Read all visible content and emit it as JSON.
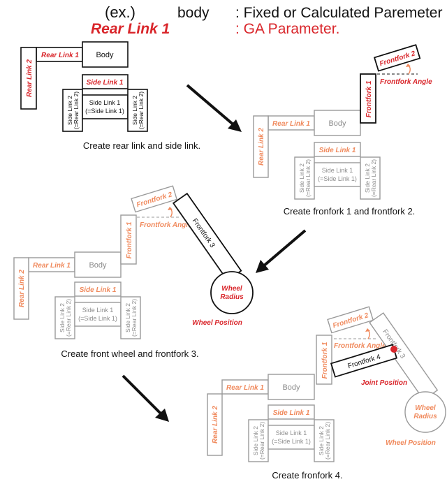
{
  "legend": {
    "example_prefix": "(ex.)",
    "example_word": "body",
    "fixed_desc": ": Fixed or Calculated Paremeter",
    "ga_word": "Rear Link 1",
    "ga_desc": ": GA Parameter."
  },
  "labels": {
    "body": "Body",
    "rear_link_1": "Rear Link 1",
    "rear_link_2": "Rear Link 2",
    "side_link_1": "Side Link 1",
    "side_link_2": "Side Link 2",
    "rear_link_2_paren": "(=Rear Link 2)",
    "side_link_1_inner": "Side Link 1",
    "side_link_1_paren": "(=Side Link 1)",
    "frontfork_1": "Frontfork 1",
    "frontfork_2": "Frontfork 2",
    "frontfork_3": "Frontfork 3",
    "frontfork_4": "Frontfork 4",
    "frontfork_angle": "Frontfork Angle",
    "wheel": "Wheel",
    "radius": "Radius",
    "wheel_position": "Wheel Position",
    "joint_position": "Joint Position"
  },
  "captions": {
    "step1": "Create rear link and side link.",
    "step2": "Create fronfork 1 and frontfork 2.",
    "step3": "Create front wheel and frontfork 3.",
    "step4": "Create fronfork 4."
  },
  "colors": {
    "ga_red": "#d9262b",
    "highlight_orange": "#f08a5d",
    "gray": "#8c8c8c",
    "black": "#111111"
  }
}
